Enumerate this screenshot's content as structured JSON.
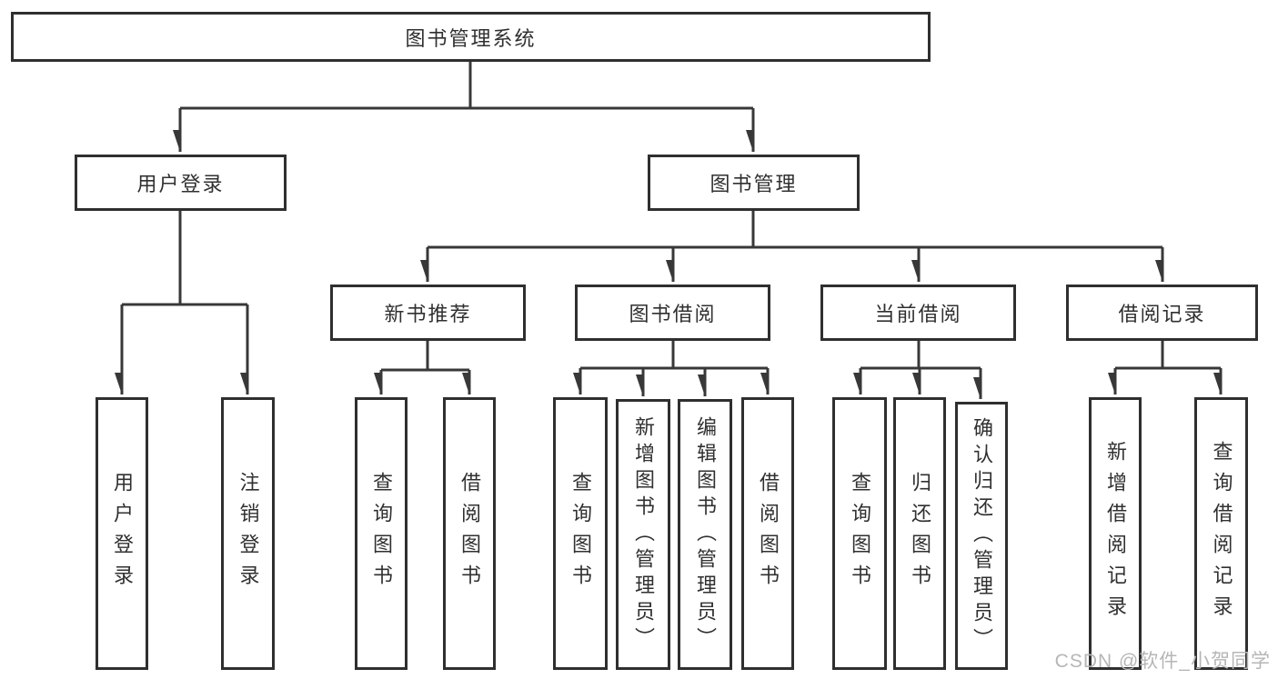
{
  "diagram": {
    "title": "图书管理系统",
    "watermark": "CSDN @软件_小贺同学",
    "colors": {
      "line": "#383838",
      "box_border": "#2f2f2f",
      "text": "#303030",
      "watermark": "#b6b6b6",
      "background": "#ffffff"
    },
    "nodes": {
      "root": {
        "label": "图书管理系统",
        "level": 1
      },
      "user_login": {
        "label": "用户登录",
        "level": 2
      },
      "book_mgmt": {
        "label": "图书管理",
        "level": 2
      },
      "new_book_rec": {
        "label": "新书推荐",
        "level": 3,
        "parent": "图书管理"
      },
      "book_borrow": {
        "label": "图书借阅",
        "level": 3,
        "parent": "图书管理"
      },
      "current_borrow": {
        "label": "当前借阅",
        "level": 3,
        "parent": "图书管理"
      },
      "borrow_records": {
        "label": "借阅记录",
        "level": 3,
        "parent": "图书管理"
      },
      "leaf_user_login": {
        "label": "用户登录",
        "level": 4,
        "parent": "用户登录"
      },
      "leaf_logout": {
        "label": "注销登录",
        "level": 4,
        "parent": "用户登录"
      },
      "leaf_query_book_1": {
        "label": "查询图书",
        "level": 4,
        "parent": "新书推荐"
      },
      "leaf_borrow_book_1": {
        "label": "借阅图书",
        "level": 4,
        "parent": "新书推荐"
      },
      "leaf_query_book_2": {
        "label": "查询图书",
        "level": 4,
        "parent": "图书借阅"
      },
      "leaf_add_book": {
        "label": "新增图书（管理员）",
        "level": 4,
        "parent": "图书借阅"
      },
      "leaf_edit_book": {
        "label": "编辑图书（管理员）",
        "level": 4,
        "parent": "图书借阅"
      },
      "leaf_borrow_book_2": {
        "label": "借阅图书",
        "level": 4,
        "parent": "图书借阅"
      },
      "leaf_query_book_3": {
        "label": "查询图书",
        "level": 4,
        "parent": "当前借阅"
      },
      "leaf_return_book": {
        "label": "归还图书",
        "level": 4,
        "parent": "当前借阅"
      },
      "leaf_confirm_return": {
        "label": "确认归还（管理员）",
        "level": 4,
        "parent": "当前借阅"
      },
      "leaf_add_record": {
        "label": "新增借阅记录",
        "level": 4,
        "parent": "借阅记录"
      },
      "leaf_query_record": {
        "label": "查询借阅记录",
        "level": 4,
        "parent": "借阅记录"
      }
    }
  }
}
